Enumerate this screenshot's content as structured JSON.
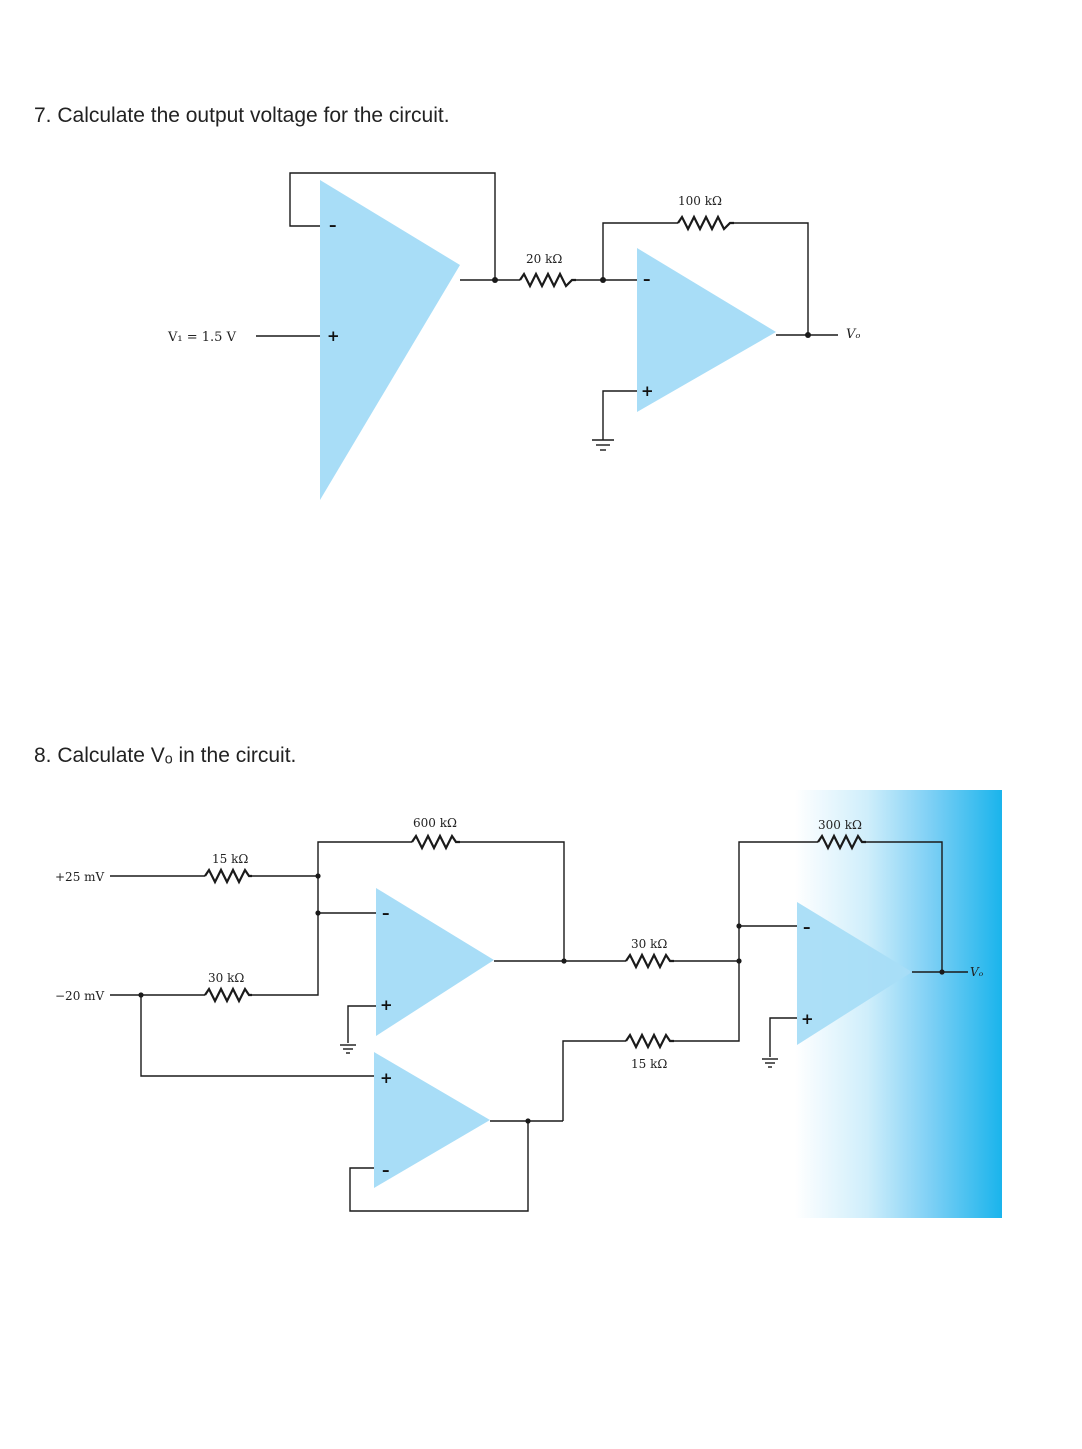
{
  "questions": [
    {
      "number": "7.",
      "text": "7. Calculate the output voltage for the circuit."
    },
    {
      "number": "8.",
      "text": "8. Calculate Vₒ in the circuit."
    }
  ],
  "circuit1": {
    "input_label": "V₁ = 1.5 V",
    "r_in_label": "20 kΩ",
    "r_f_label": "100 kΩ",
    "output_label": "Vₒ",
    "plus": "+",
    "minus": "–"
  },
  "circuit2": {
    "input1_label": "+25 mV",
    "input2_label": "−20 mV",
    "r1_label": "15 kΩ",
    "r2_label": "30 kΩ",
    "rf1_label": "600 kΩ",
    "r3_label": "30 kΩ",
    "r4_label": "15 kΩ",
    "rf2_label": "300 kΩ",
    "output_label": "Vₒ",
    "plus": "+",
    "minus": "–",
    "bg_gradient": [
      "#ffffff",
      "#7fd0f5",
      "#1ab4ec"
    ]
  },
  "colors": {
    "opamp_fill": "#a8ddf7",
    "wire": "#1a1a1a"
  }
}
